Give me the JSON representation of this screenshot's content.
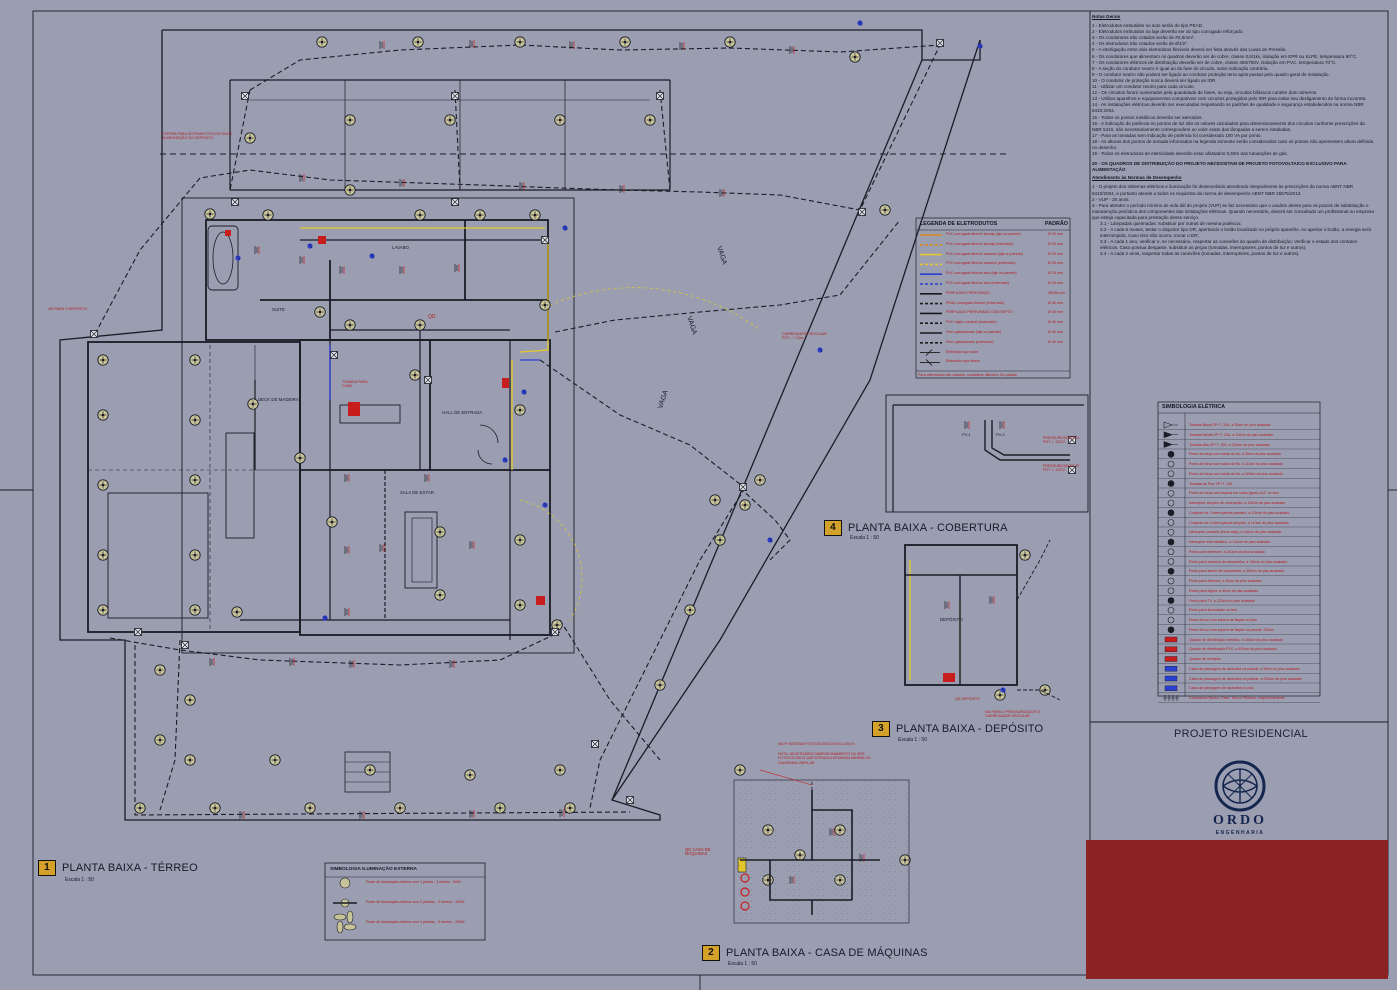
{
  "notes": {
    "heading": "Notas Gerais",
    "items": [
      "1 - Eletrodutos embutidos no solo serão do tipo PEAD.",
      "2 - Eletrodutos embutidos na laje deverão ser do tipo corrugado reforçado.",
      "3 - Os condutores não cotados serão de #2,5mm².",
      "4 - Os eletrodutos não cotados serão de Ø1/2\".",
      "5 - A interligação entre dois eletrodutos flexíveis deverá ser feita através das Luvas de Pressão.",
      "6 - Os condutores que alimentam os quadros deverão ser de cobre, classe 0,6/1kv, isolação em EPR ou XLPE, temperatura 90°C.",
      "7 - Os condutores elétricos de distribuição deverão ser de cobre, classe 450/750V, isolação em PVC, temperatura 70°C.",
      "8 - A seção do condutor neutro é igual ao da fase do circuito, salvo indicação contrária.",
      "9 - O condutor neutro não poderá ser ligado ao condutor proteção terra após passar pelo quadro geral de instalação.",
      "10 - O condutor de proteção nunca deverá ser ligado ao IDR.",
      "11 - Utilizar um condutor neutro para cada circuito.",
      "12 - Os circuitos foram numerados pela quantidade de fases, ou seja, circuitos bifásicos contém dois números.",
      "13 - Utilizar aparelhos e equipamentos compatíveis com circuitos protegidos pelo IDR para evitar seu desligamento de forma incorreta.",
      "14 - As instalações elétricas deverão ser executadas respeitando os padrões de qualidade e segurança estabelecidos na norma NBR 5410:2004.",
      "15 - Todos os pontos metálicos deverão ser aterrados.",
      "16 - A indicação de potência no pontos de luz são os valores calculados para dimensionamento dos circuitos conforme prescrições da NBR 5410, não necessariamente correspondem ao valor exato das lâmpadas a serem instaladas.",
      "17 - Para as tomadas sem indicação de potência foi considerado 100 VA por ponto.",
      "18 - As alturas dos pontos de tomada informados na legenda somente serão considerados caso os pontos não apresentem altura definida no desenho.",
      "19 - Todos os eletrodutos de eletricidade deverão estar afastados 0,50m das tubulações de gás."
    ],
    "pv_note": "20 - OS QUADROS DE DISTRIBUIÇÃO DO PROJETO NECESSITAM DE PROJETO FOTOVOLTAICO EXCLUSIVO PARA ALIMENTAÇÃO",
    "perf_heading": "Atendimento às Normas de Desempenho",
    "perf_items": [
      "1 - O projeto dos sistemas elétricos e iluminação foi desenvolvido atendendo integralmente às prescrições da norma ABNT NBR 5410/2004, e portanto atende a todos os requisitos da norma de desempenho ABNT NBR 15575/2013.",
      "2 - VUP - 20 anos.",
      "3 - Para atender o período mínimo de vida útil do projeto (VUP) se faz necessário que o usuário atente para os prazos de substituição e manutenção periódica dos componentes das instalações elétricas. Quando necessário, deverá ser consultado um profissional ou empresa que esteja capacitada para prestação desse serviço.",
      "3.1 - Lâmpadas queimadas: substituir por outras de mesma potência;",
      "3.2 - A cada 6 meses, testar o disjuntor tipo DR, apertando o botão localizado no próprio aparelho. Ao apertar o botão, a energia será interrompida. Caso isso não ocorra, trocar o DR;",
      "3.3 - A cada 1 ano, verificar e, se necessário, reapertar as conexões do quadro de distribuição; Verificar o estado dos contatos elétricos. Caso possua desgaste, substituir as peças (tomadas, interruptores, pontos de luz e outros).",
      "3.4 - A cada 2 anos, reapertar todas as conexões (tomadas, interruptores, pontos de luz e outros)."
    ]
  },
  "conduit_legend": {
    "title": "LEGENDA DE ELETRODUTOS",
    "col_header": "PADRÃO",
    "rows": [
      {
        "label": "PVC corrugado flexível laranja (laje ou parede)",
        "value": "Ø 25 mm",
        "color": "#d88a1e",
        "style": "solid"
      },
      {
        "label": "PVC corrugado flexível laranja (enterrado)",
        "value": "Ø 25 mm",
        "color": "#d88a1e",
        "style": "dash"
      },
      {
        "label": "PVC corrugado flexível amarelo (laje ou parede)",
        "value": "Ø 25 mm",
        "color": "#e4c82a",
        "style": "solid"
      },
      {
        "label": "PVC corrugado flexível amarelo (enterrado)",
        "value": "Ø 25 mm",
        "color": "#e4c82a",
        "style": "dash"
      },
      {
        "label": "PVC corrugado flexível azul (laje ou parede)",
        "value": "Ø 25 mm",
        "color": "#2b3fd0",
        "style": "solid"
      },
      {
        "label": "PVC corrugado flexível azul (enterrado)",
        "value": "Ø 25 mm",
        "color": "#2b3fd0",
        "style": "dash"
      },
      {
        "label": "PERFILADO PERFURADO",
        "value": "38X38 mm",
        "color": "#1a1a1a",
        "style": "solid"
      },
      {
        "label": "PEAD corrugado flexível (enterrado)",
        "value": "Ø 40 mm",
        "color": "#1a1a1a",
        "style": "dash"
      },
      {
        "label": "PERFILADO PERFURADO COM SEPTO",
        "value": "Ø 40 mm",
        "color": "#1a1a1a",
        "style": "solid"
      },
      {
        "label": "PVC rígido roscável (enterrado)",
        "value": "Ø 40 mm",
        "color": "#1a1a1a",
        "style": "dash"
      },
      {
        "label": "Ferro galvanizado (laje ou parede)",
        "value": "Ø 40 mm",
        "color": "#1a1a1a",
        "style": "solid"
      },
      {
        "label": "Ferro galvanizado (enterrado)",
        "value": "Ø 40 mm",
        "color": "#1a1a1a",
        "style": "dash"
      },
      {
        "label": "Eletroduto que sobe",
        "value": "",
        "color": "#1a1a1a",
        "style": "up"
      },
      {
        "label": "Eletroduto que desce",
        "value": "",
        "color": "#1a1a1a",
        "style": "down"
      }
    ],
    "footnote": "Para eletrodutos não cotados, considerar diâmetro 3/4 padrão"
  },
  "symbol_legend": {
    "title": "SIMBOLOGIA ELÉTRICA",
    "rows": [
      "Tomada Baixa 2P+T, 10A, a 30cm do piso acabado",
      "Tomada Média 2P+T, 10A, a 110cm do piso acabado",
      "Tomada Alta 2P+T, 10A, a 220cm do piso acabado",
      "Ponto de força com saída de fio, a 30cm do piso acabado",
      "Ponto de força com saída de fio, a 110cm do piso acabado",
      "Ponto de força com saída de fio, a 220cm do piso acabado",
      "Tomada de Piso 2P+T, 10A",
      "Ponto de força com espera em caixa (igual) 4x4\" no teto",
      "Interruptor simples de uma seção, a 110cm do piso acabado",
      "Conjunto de 1 interruptores paralelo, a 110cm do piso acabado",
      "Conjunto de 2 interruptores simples, a 110cm do piso acabado",
      "Interruptor paralelo (three-way), a 110cm do piso acabado",
      "Interruptor intermediário, a 110cm do piso acabado",
      "Ponto para interfone, a 140cm do piso acabado",
      "Ponto para botoeira de campainha, a 140cm do piso acabado",
      "Ponto para sirene de campainha, a 220cm do piso acabado",
      "Ponto para telefone, a 40cm do piso acabado",
      "Ponto para lógica, a 40cm do piso acabado",
      "Ponto para TV, a 220cm do piso acabado",
      "Ponto para iluminação no teto",
      "Ponto de luz com espera de fiação no piso",
      "Ponto de luz com espera de fiação na parede, 220cm",
      "Quadro de distribuição metálico, a 150cm do piso acabado",
      "Quadro de distribuição PVC, a 150cm do piso acabado",
      "Quadro de medição",
      "Caixa de passagem de alvenaria na parede, a 30cm do piso acabado",
      "Caixa de passagem de alvenaria na parede, a 220cm do piso acabado",
      "Caixa de passagem de alvenaria no piso",
      "Condutores Neutro, Fase, Terra e Retorno, respectivamente"
    ]
  },
  "external_lighting_legend": {
    "title": "SIMBOLOGIA ILUMINAÇÃO EXTERNA",
    "rows": [
      "Poste de iluminação externa com 1 pétala - 3 metros - 50W",
      "Poste de iluminação externa com 2 pétalas - 3 metros - 100W",
      "Poste de iluminação externa com 4 pétalas - 3 metros - 200W"
    ]
  },
  "views": {
    "ground": {
      "number": "1",
      "title": "PLANTA BAIXA - TÉRREO",
      "scale": "Escala  1 : 50"
    },
    "machine": {
      "number": "2",
      "title": "PLANTA BAIXA - CASA DE MÁQUINAS",
      "scale": "Escala  1 : 50"
    },
    "deposit": {
      "number": "3",
      "title": "PLANTA BAIXA - DEPÓSITO",
      "scale": "Escala  1 : 50"
    },
    "roof": {
      "number": "4",
      "title": "PLANTA BAIXA - COBERTURA",
      "scale": "Escala  1 : 50"
    }
  },
  "rooms": {
    "deck": "DECK DE MADEIRA",
    "hall": "HALL DE ENTRADA",
    "sala": "SALA DE ESTAR",
    "lavabo": "LAVABO",
    "suite": "SUITE",
    "deposito": "DEPÓSITO",
    "vaga1": "VAGA",
    "vaga2": "VAGA",
    "vaga3": "VAGA"
  },
  "annotations": {
    "qd": "QD",
    "qd_casa": "QD CASA DE MÁQUINAS",
    "qd_deposito": "QD DEPÓSITO",
    "pv_alim": "ESPERA PARA SISTEMA FOTOVOLTAICO ALIMENTAÇÃO DO DEPÓSITO",
    "pv_casa": "VAI P/ SISTEMA FOTOVOLTAICO EXCLUSIVO",
    "pv_casa_note": "NOTA: NECESSÁRIO DIMENSIONAMENTO DA INST. FOTOVOLTAICA QUE ATENDA A DEMANDA MÍNIMA DO DIAGRAMA UNIFILAR",
    "vai_deposito": "VAI PARA O DEPÓSITO",
    "carregador": "CARREGADOR VEICULAR POT. = 7,2kw",
    "vai_carregador": "VAI PARA O PRESSURIZADOR E CARREGADOR VEICULAR",
    "tomada_cuba": "TOMADA PARA CUBA",
    "pressurizador1": "PRESSURIZADOR 01 POT. = 1/2CV",
    "pressurizador2": "PRESSURIZADOR 02 POT. = 1/2CV",
    "pvl1": "PV-1",
    "pvl2": "PV-2"
  },
  "title_block": {
    "project": "PROJETO RESIDENCIAL",
    "brand": "ORDO",
    "brand_sub": "ENGENHARIA"
  },
  "colors": {
    "background": "#9b9eb1",
    "lines": "#1a1c26",
    "orange_conduit": "#d88a1e",
    "yellow_conduit": "#e4c82a",
    "blue_conduit": "#2b3fd0",
    "red_symbol": "#c81d1d",
    "badge": "#d4a22a",
    "brand_navy": "#14264d",
    "title_block_red": "#8c2323"
  }
}
